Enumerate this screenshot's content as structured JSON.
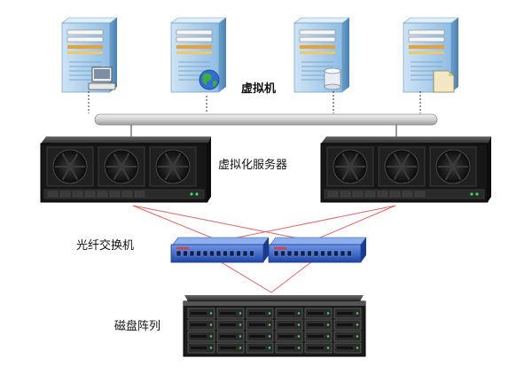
{
  "labels": {
    "vm": "虚拟机",
    "virt_servers": "虚拟化服务器",
    "fc_switch": "光纤交换机",
    "disk_array": "磁盘阵列"
  },
  "vm_badges": [
    "computer-icon",
    "globe-icon",
    "database-icon",
    "document-icon"
  ],
  "colors": {
    "server_blue": "#7fb3dc",
    "server_face": "#b9d6ee",
    "switch_blue": "#2f5fc2",
    "fc_link": "#e06565",
    "bus": "#d8d8d8",
    "rack": "#1b1b1b"
  }
}
